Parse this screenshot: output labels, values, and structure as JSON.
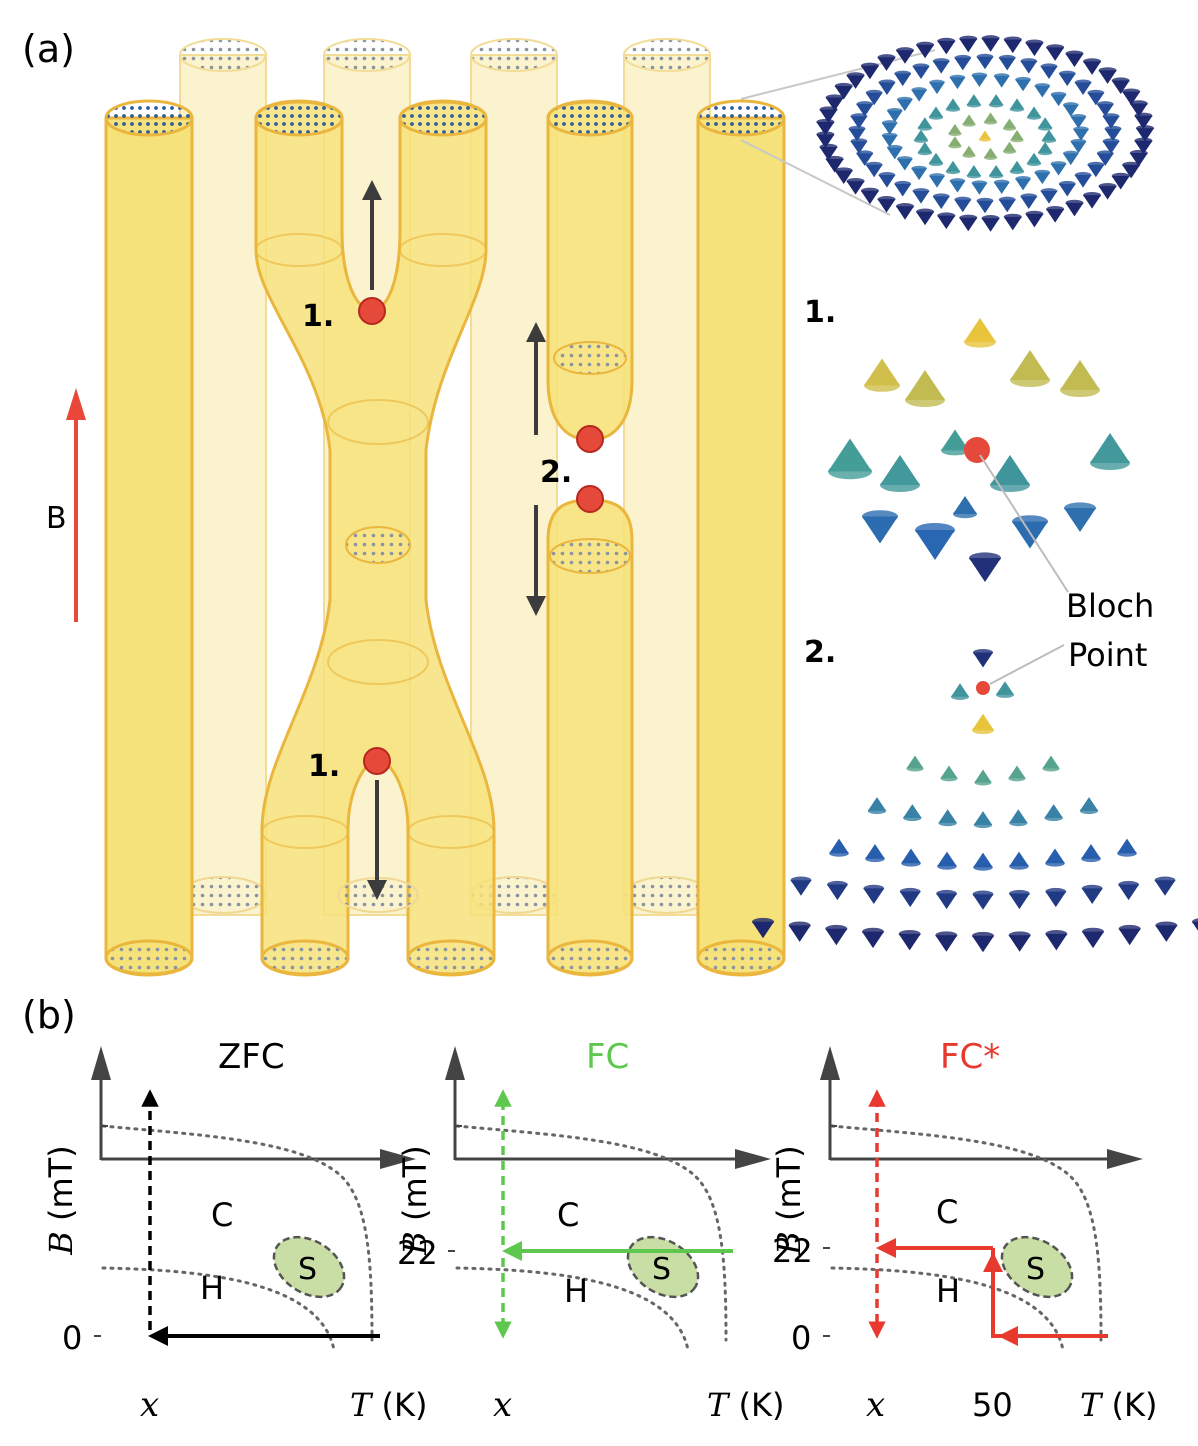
{
  "panel_a": {
    "label": "(a)",
    "field_label": "B",
    "markers": {
      "one_top": "1.",
      "two": "2.",
      "one_bottom": "1."
    },
    "inset_one_label": "1.",
    "inset_two_label": "2.",
    "bloch_line1": "Bloch",
    "bloch_line2": "Point"
  },
  "panel_b": {
    "label": "(b)",
    "plots": [
      {
        "title": "ZFC",
        "title_color": "#000000",
        "ylabel_var": "B",
        "ylabel_unit": " (mT)",
        "xlabel_var": "T",
        "xlabel_unit": " (K)",
        "x_tick": "x",
        "y_tick_low": "0",
        "y_tick_mid": "",
        "x_tick_mid": "",
        "region_c": "C",
        "region_h": "H",
        "region_s": "S"
      },
      {
        "title": "FC",
        "title_color": "#5ec84e",
        "ylabel_var": "B",
        "ylabel_unit": " (mT)",
        "xlabel_var": "T",
        "xlabel_unit": " (K)",
        "x_tick": "x",
        "y_tick_low": "",
        "y_tick_mid": "22",
        "x_tick_mid": "",
        "region_c": "C",
        "region_h": "H",
        "region_s": "S"
      },
      {
        "title": "FC*",
        "title_color": "#e8392e",
        "ylabel_var": "B",
        "ylabel_unit": " (mT)",
        "xlabel_var": "T",
        "xlabel_unit": " (K)",
        "x_tick": "x",
        "y_tick_low": "0",
        "y_tick_mid": "22",
        "x_tick_mid": "50",
        "region_c": "C",
        "region_h": "H",
        "region_s": "S"
      }
    ]
  },
  "colors": {
    "tube_fill": "#f6e27a",
    "tube_edge": "#eab63e",
    "tube_faded": "#fbf3cd",
    "bloch_red": "#e4493a",
    "field_arrow": "#e8473a",
    "s_fill": "#c9dea5",
    "zfc_path": "#000000",
    "fc_path": "#5ec84e",
    "fcstar_path": "#e8392e"
  }
}
